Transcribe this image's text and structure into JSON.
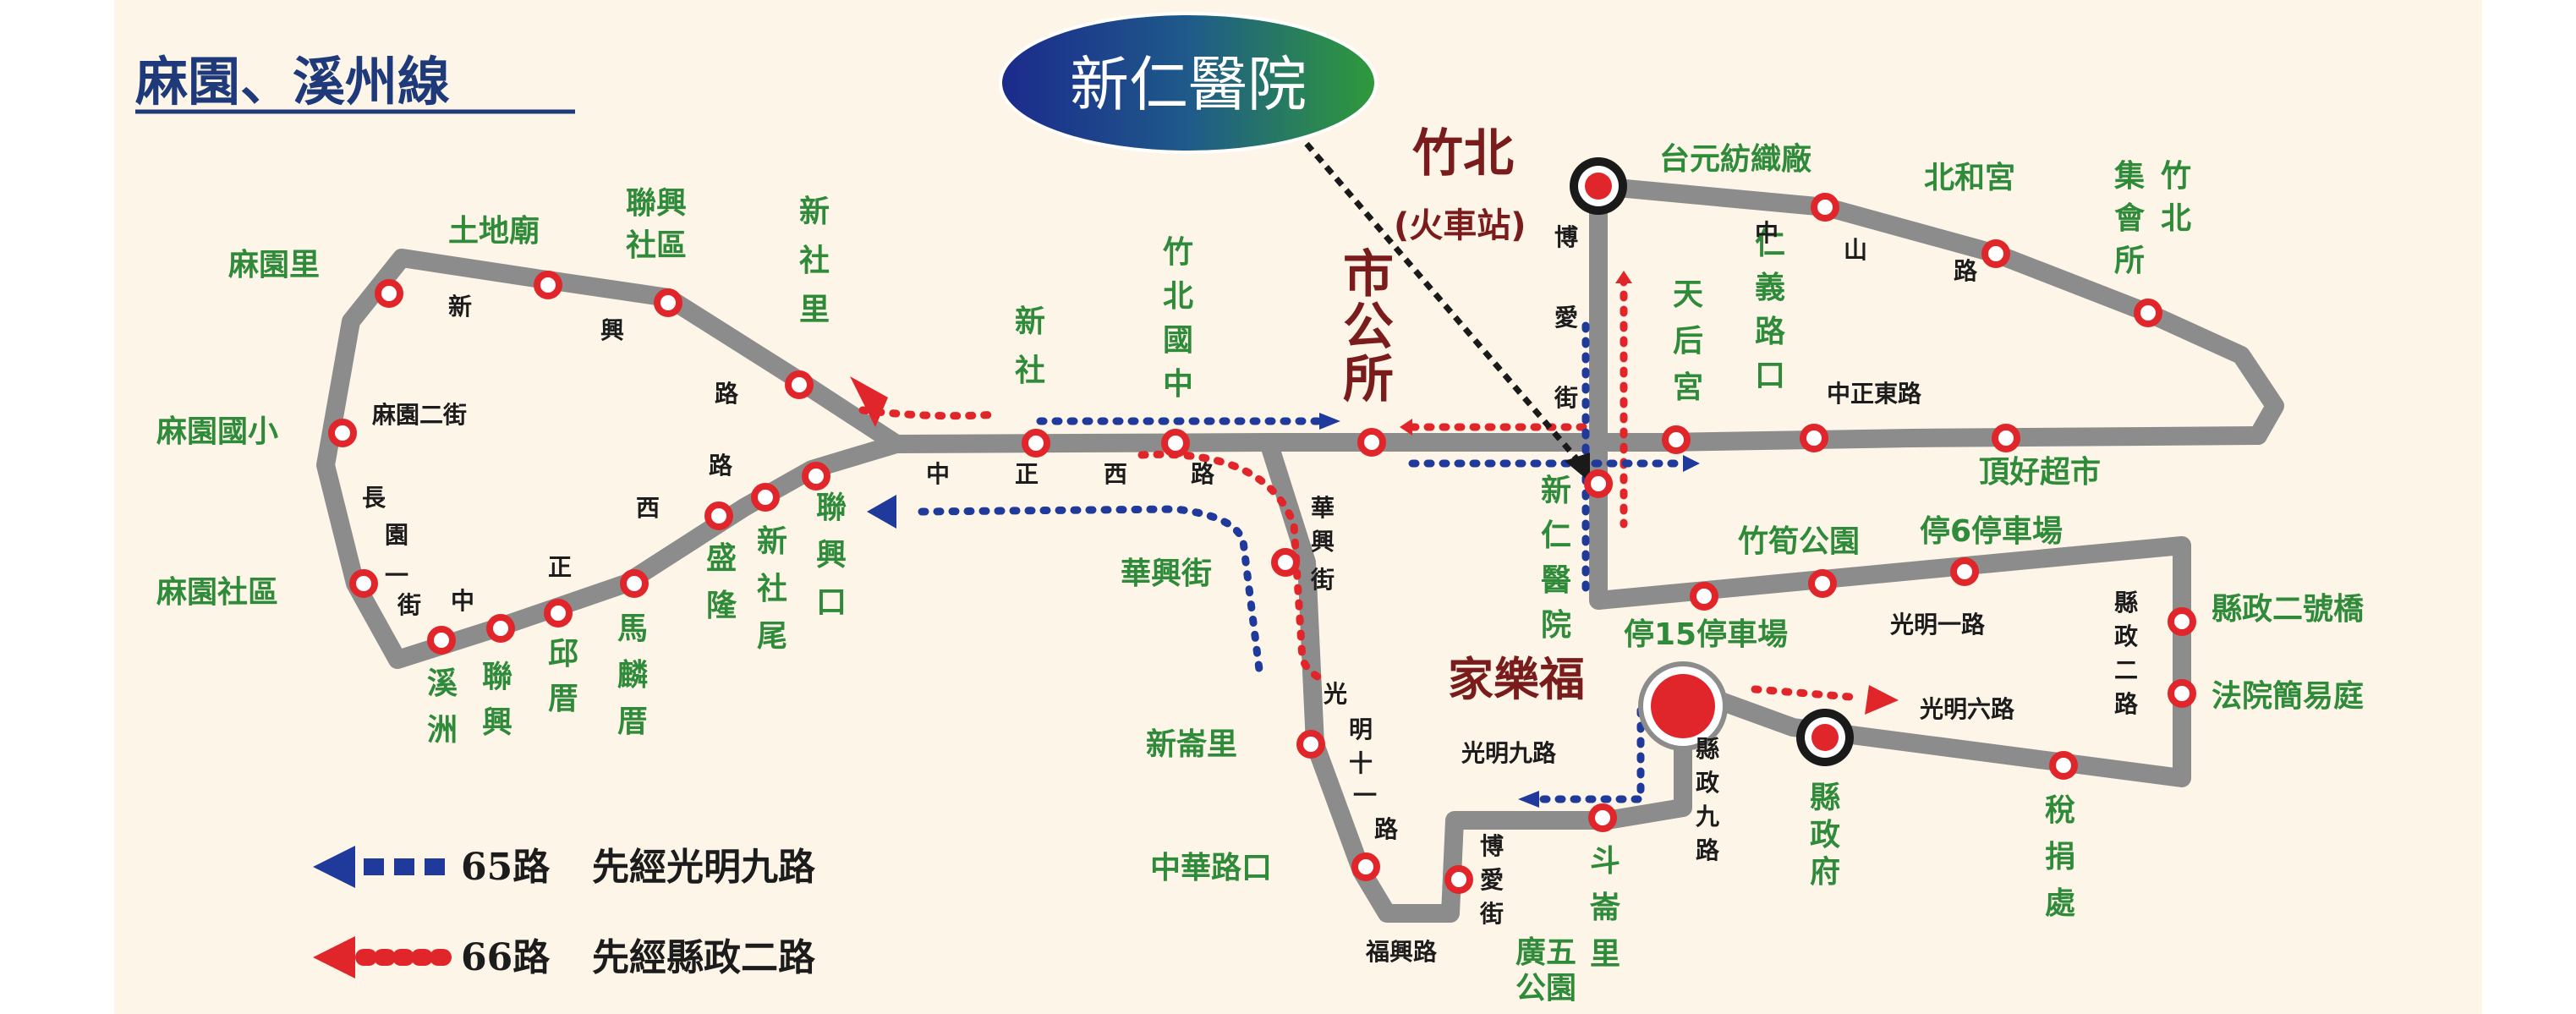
{
  "title": "麻園、溪州線",
  "callout": "新仁醫院",
  "landmarks": {
    "zhubei": "竹北",
    "zhubei_sub": "(火車站)",
    "city_hall": "市公所",
    "carrefour": "家樂福",
    "county_gov": "縣政府"
  },
  "stations": {
    "mayuanli": "麻園里",
    "tudimiao": "土地廟",
    "lianxingshequ": "聯興社區",
    "xinsheli": "新社里",
    "xinshe": "新社",
    "zhubeiguozhong": "竹北國中",
    "mayuanguoxiao": "麻園國小",
    "mayuanshequ": "麻園社區",
    "xizhou": "溪州",
    "lianxing": "聯興",
    "qiucuo": "邱厝",
    "malincuo": "馬麟厝",
    "shenglong": "盛隆",
    "xinshewei": "新社尾",
    "lianxingkou": "聯興口",
    "huaxingjie": "華興街",
    "xinkeli": "新崙里",
    "zhonghualukou": "中華路口",
    "taiyuan": "台元紡織廠",
    "beihegong": "北和宮",
    "jihuisuo": "竹北集會所",
    "tianhougong": "天后宮",
    "renyilukou": "仁義路口",
    "dinghao": "頂好超市",
    "xinren": "新仁醫院",
    "zhusun": "竹筍公園",
    "parking6": "停6停車場",
    "parking15": "停15停車場",
    "xianzheng2bridge": "縣政二號橋",
    "court": "法院簡易庭",
    "tax": "稅捐處",
    "doukeli": "斗崙里",
    "guangwu": "廣五公園"
  },
  "streets": {
    "xinxinglu": [
      "新",
      "興",
      "路"
    ],
    "mayuan2": "麻園二街",
    "changyuan1": [
      "長",
      "園",
      "一",
      "街"
    ],
    "zhongzhengxilu_w": [
      "中",
      "正",
      "西",
      "路"
    ],
    "zhongzhengxilu_e": [
      "中",
      "正",
      "西",
      "路"
    ],
    "bo_ai_n": [
      "博",
      "愛",
      "街"
    ],
    "zhongshanlu": [
      "中",
      "山",
      "路"
    ],
    "zhongzhengdonglu": "中正東路",
    "huaxingjie_v": [
      "華",
      "興",
      "街"
    ],
    "guangming11": [
      "光",
      "明",
      "十",
      "一",
      "路"
    ],
    "guangming9": "光明九路",
    "guangming1": "光明一路",
    "guangming6": "光明六路",
    "xianzheng2": [
      "縣",
      "政",
      "二",
      "路"
    ],
    "xianzheng9": [
      "縣",
      "政",
      "九",
      "路"
    ],
    "fuxinglu": "福興路",
    "bo_ai_s": [
      "博",
      "愛",
      "街"
    ]
  },
  "legend": [
    {
      "route": "65路",
      "text": "先經光明九路",
      "color": "#1f3a9a"
    },
    {
      "route": "66路",
      "text": "先經縣政二路",
      "color": "#e0262a"
    }
  ],
  "colors": {
    "road": "#8c8c8c",
    "background": "#fdf6e8",
    "station_text": "#2f8a3a",
    "station_dot": "#e0262a",
    "route65": "#1f3a9a",
    "route66": "#e0262a",
    "title": "#1f3a7a",
    "landmark": "#7a1c1c"
  }
}
